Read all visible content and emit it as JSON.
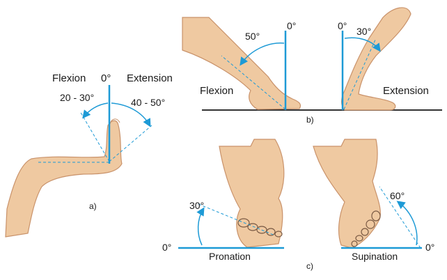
{
  "colors": {
    "skin": "#efc9a1",
    "skin_dark": "#c9926a",
    "axis": "#1d9ad6",
    "arrow": "#1d9ad6",
    "outline": "#7a5a44",
    "ground": "#333333"
  },
  "panel_a": {
    "flexion_label": "Flexion",
    "extension_label": "Extension",
    "zero_label": "0°",
    "flexion_range": "20 - 30°",
    "extension_range": "40 - 50°",
    "panel_letter": "a)"
  },
  "panel_b": {
    "left_angle": "50°",
    "left_zero": "0°",
    "left_label": "Flexion",
    "right_zero": "0°",
    "right_angle": "30°",
    "right_label": "Extension",
    "panel_letter": "b)"
  },
  "panel_c": {
    "pronation_angle": "30°",
    "pronation_zero": "0°",
    "pronation_label": "Pronation",
    "supination_angle": "60°",
    "supination_zero": "0°",
    "supination_label": "Supination",
    "panel_letter": "c)"
  }
}
